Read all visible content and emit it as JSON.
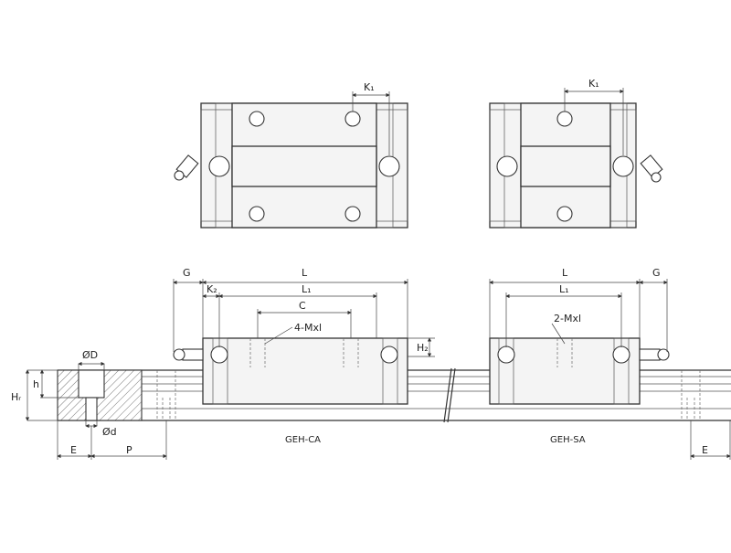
{
  "top_views": {
    "left": {
      "dim_label": "K₁"
    },
    "right": {
      "dim_label": "K₁"
    }
  },
  "side_view": {
    "dims": {
      "G_left": "G",
      "L_left": "L",
      "K2": "K₂",
      "L1_left": "L₁",
      "C": "C",
      "mount_left": "4-Mxl",
      "H2": "H₂",
      "L_right": "L",
      "G_right": "G",
      "L1_right": "L₁",
      "mount_right": "2-Mxl"
    },
    "rail_dims": {
      "OD": "ØD",
      "Od": "Ød",
      "h": "h",
      "HR": "Hᵣ",
      "E_left": "E",
      "P": "P",
      "E_right": "E"
    },
    "captions": {
      "left": "GEH-CA",
      "right": "GEH-SA"
    }
  }
}
